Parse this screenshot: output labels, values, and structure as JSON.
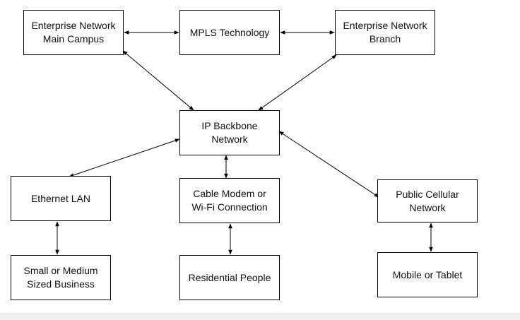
{
  "diagram": {
    "nodes": [
      {
        "id": "main-campus",
        "label": "Enterprise Network\nMain Campus"
      },
      {
        "id": "mpls",
        "label": "MPLS Technology"
      },
      {
        "id": "branch",
        "label": "Enterprise Network\nBranch"
      },
      {
        "id": "ip-backbone",
        "label": "IP Backbone\nNetwork"
      },
      {
        "id": "ethernet-lan",
        "label": "Ethernet LAN"
      },
      {
        "id": "cable-modem",
        "label": "Cable Modem or\nWi-Fi Connection"
      },
      {
        "id": "cellular",
        "label": "Public Cellular\nNetwork"
      },
      {
        "id": "small-business",
        "label": "Small or Medium\nSized Business"
      },
      {
        "id": "residential",
        "label": "Residential People"
      },
      {
        "id": "mobile",
        "label": "Mobile or Tablet"
      }
    ],
    "edges": [
      {
        "from": "main-campus",
        "to": "mpls",
        "bidirectional": true
      },
      {
        "from": "mpls",
        "to": "branch",
        "bidirectional": true
      },
      {
        "from": "main-campus",
        "to": "ip-backbone",
        "bidirectional": true
      },
      {
        "from": "branch",
        "to": "ip-backbone",
        "bidirectional": true
      },
      {
        "from": "ip-backbone",
        "to": "ethernet-lan",
        "bidirectional": true
      },
      {
        "from": "ip-backbone",
        "to": "cable-modem",
        "bidirectional": true
      },
      {
        "from": "ip-backbone",
        "to": "cellular",
        "bidirectional": true
      },
      {
        "from": "ethernet-lan",
        "to": "small-business",
        "bidirectional": true
      },
      {
        "from": "cable-modem",
        "to": "residential",
        "bidirectional": true
      },
      {
        "from": "cellular",
        "to": "mobile",
        "bidirectional": true
      }
    ],
    "colors": {
      "stroke": "#000000",
      "fill": "#ffffff",
      "text": "#111111"
    }
  }
}
